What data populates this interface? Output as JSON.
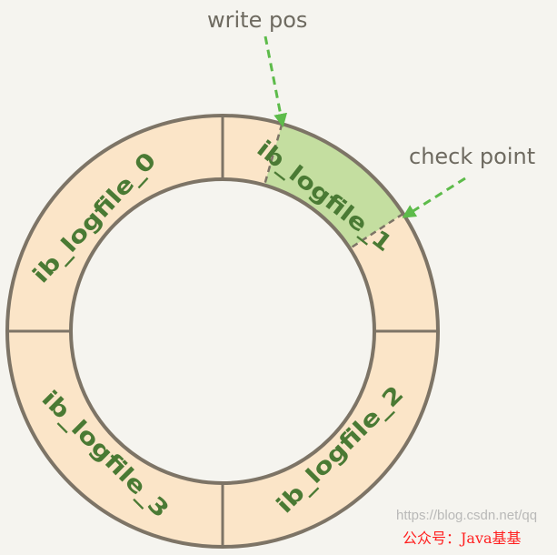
{
  "segments": [
    {
      "label": "ib_logfile_0"
    },
    {
      "label": "ib_logfile_1"
    },
    {
      "label": "ib_logfile_2"
    },
    {
      "label": "ib_logfile_3"
    }
  ],
  "annotations": {
    "write_pos": "write pos",
    "check_point": "check point"
  },
  "watermark": {
    "url": "https://blog.csdn.net/qq",
    "account": "公众号：Java基基"
  },
  "colors": {
    "background": "#f5f4ef",
    "ring": "#fbe5c8",
    "active_region": "#c4dea0",
    "stroke": "#7d7466",
    "text": "#4a7a34",
    "arrow": "#5dbb4a"
  }
}
